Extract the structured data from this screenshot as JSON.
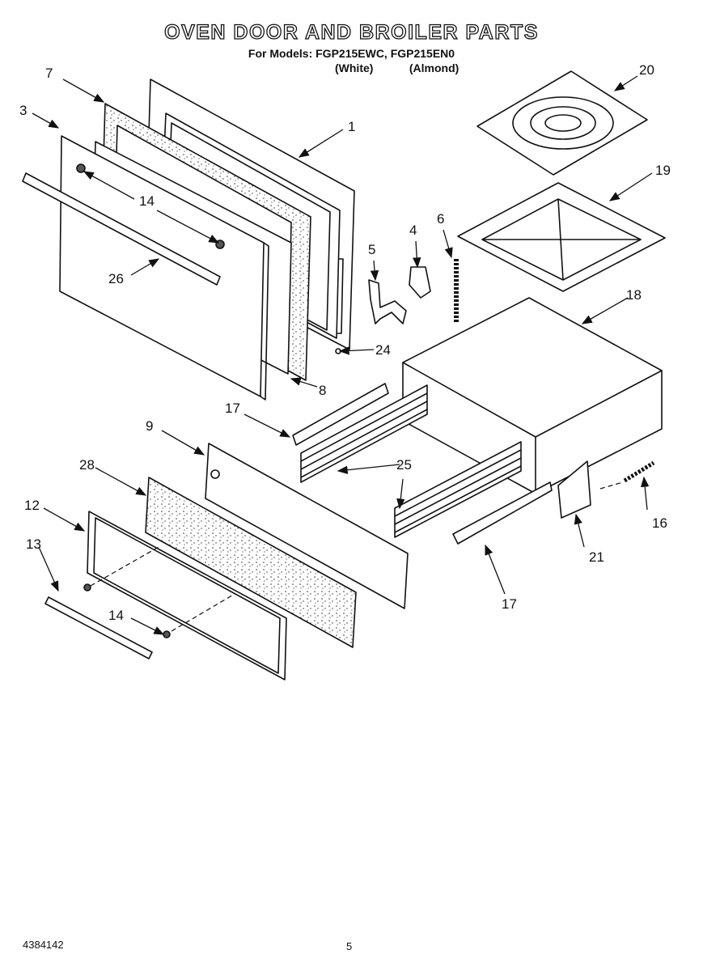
{
  "header": {
    "title": "OVEN DOOR AND BROILER PARTS",
    "models": "For Models: FGP215EWC, FGP215EN0",
    "variant_white": "(White)",
    "variant_almond": "(Almond)"
  },
  "callouts": [
    "20",
    "7",
    "1",
    "3",
    "19",
    "14",
    "6",
    "4",
    "5",
    "26",
    "18",
    "24",
    "8",
    "17",
    "9",
    "25",
    "28",
    "12",
    "16",
    "13",
    "21",
    "14",
    "17"
  ],
  "footer": {
    "doc_number": "4384142",
    "page_number": "5"
  }
}
